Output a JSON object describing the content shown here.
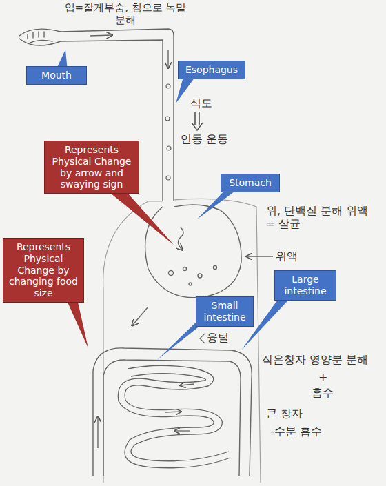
{
  "diagram": {
    "nodes": [
      {
        "text": [
          "Esophagus"
        ]
      },
      {
        "text": [
          "Mouth"
        ]
      },
      {
        "text": [
          "Represents Physical Change by arrow and swaying sign"
        ]
      },
      {
        "text": [
          "Stomach"
        ]
      },
      {
        "text": [
          "Represents Physical Change by changing food size"
        ]
      },
      {
        "text": [
          "Large intestine"
        ]
      },
      {
        "text": [
          "Small intestine"
        ]
      }
    ],
    "labels": [
      "입=잘게부숨, 침으로 녹말 분해",
      "식도",
      "연동 운동",
      "위, 단백질 분해 위액 = 살균",
      "위액",
      "융털",
      "작은창자 영양분 분해",
      "+",
      "흡수",
      "큰 창자",
      "-수분 흡수"
    ]
  }
}
